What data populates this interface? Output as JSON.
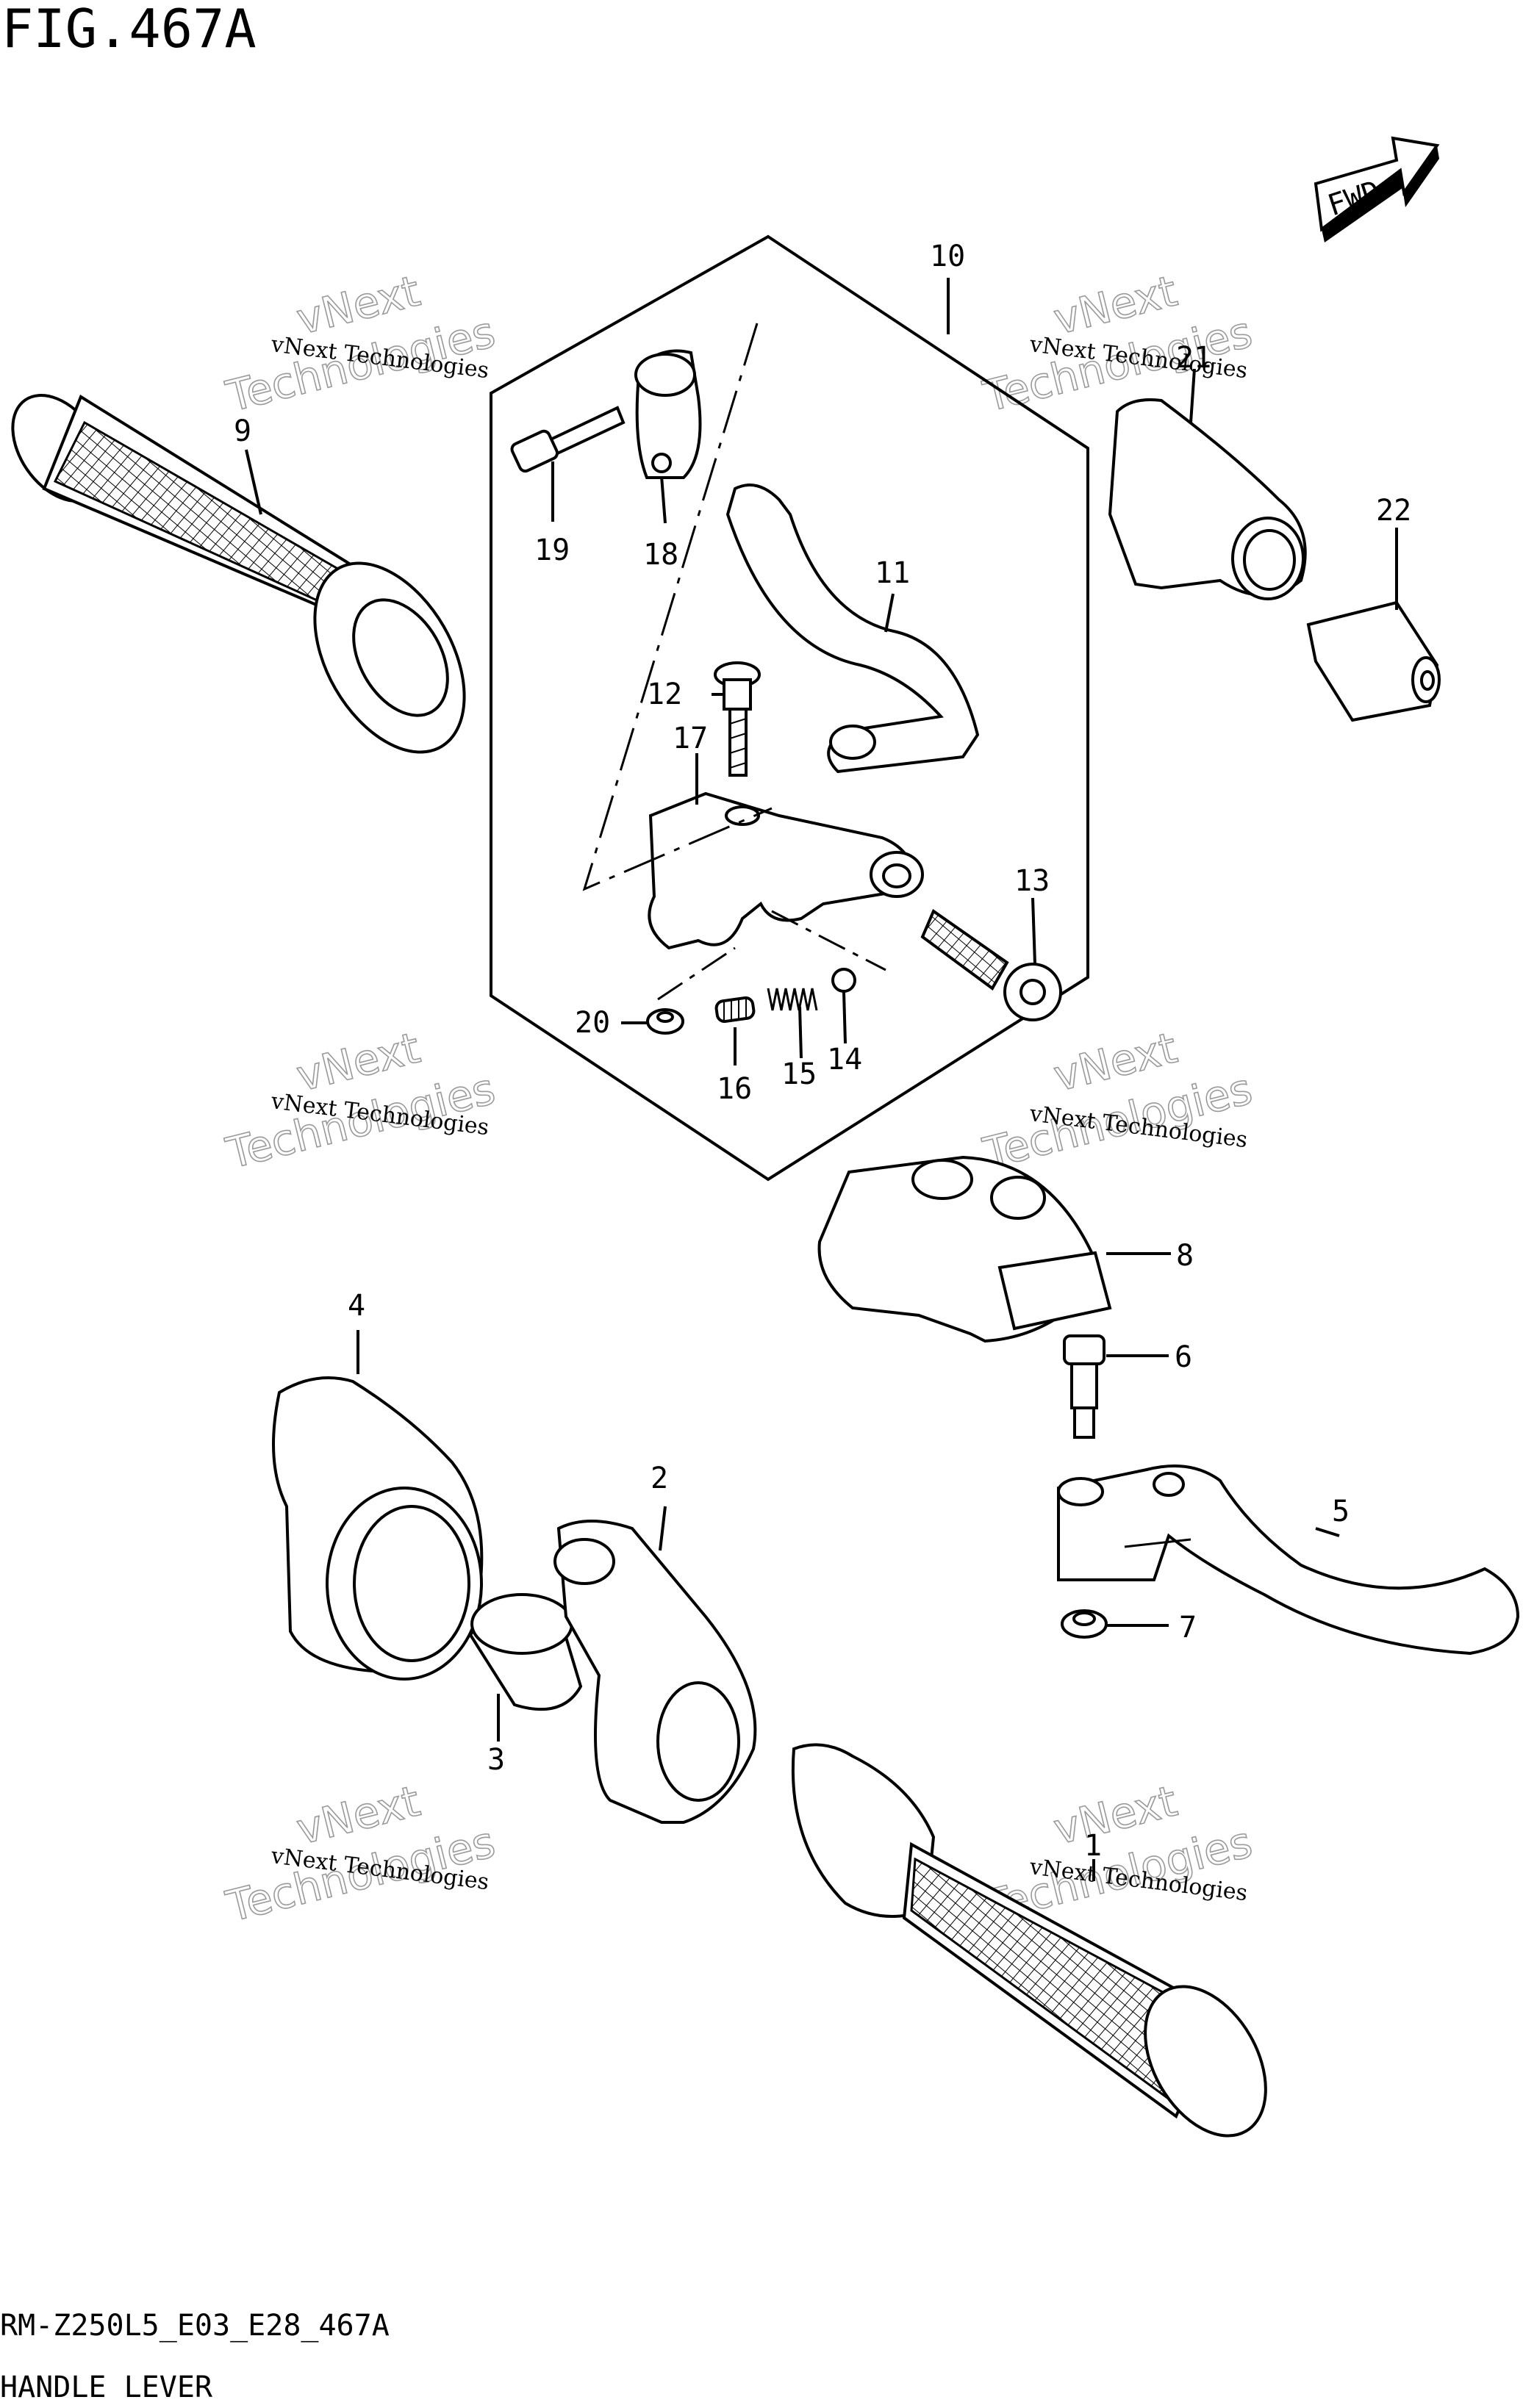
{
  "figure": {
    "title": "FIG.467A",
    "model_code": "RM-Z250L5_E03_E28_467A",
    "caption": "HANDLE LEVER"
  },
  "direction_badge": {
    "text": "FWD"
  },
  "watermark": {
    "line1": "vNext Technologies",
    "line2": "vNext",
    "line3": "Technologies"
  },
  "callouts": [
    "1",
    "2",
    "3",
    "4",
    "5",
    "6",
    "7",
    "8",
    "9",
    "10",
    "11",
    "12",
    "13",
    "14",
    "15",
    "16",
    "17",
    "18",
    "19",
    "20",
    "21",
    "22"
  ]
}
